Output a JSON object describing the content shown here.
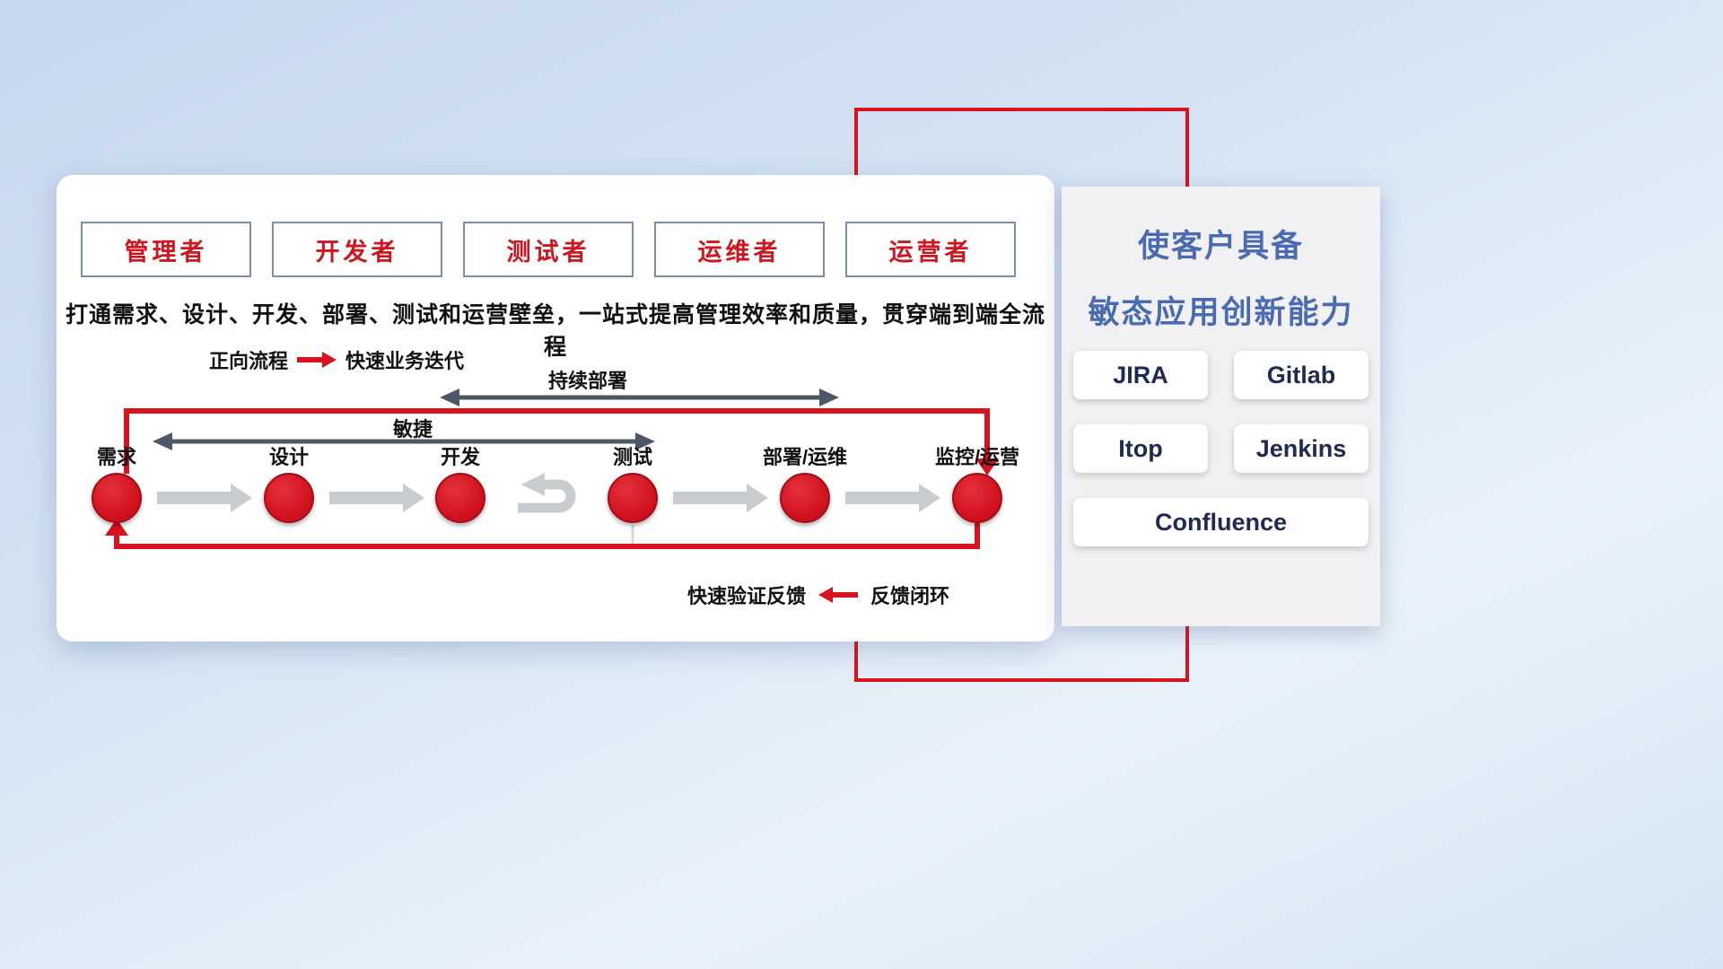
{
  "card": {
    "roles": [
      {
        "label": "管理者"
      },
      {
        "label": "开发者"
      },
      {
        "label": "测试者"
      },
      {
        "label": "运维者"
      },
      {
        "label": "运营者"
      }
    ],
    "description": "打通需求、设计、开发、部署、测试和运营壁垒，一站式提高管理效率和质量，贯穿端到端全流程",
    "legend_forward": {
      "label": "正向流程",
      "value": "快速业务迭代"
    },
    "arrow_deploy_label": "持续部署",
    "arrow_agile_label": "敏捷",
    "stages": [
      {
        "label": "需求"
      },
      {
        "label": "设计"
      },
      {
        "label": "开发"
      },
      {
        "label": "测试"
      },
      {
        "label": "部署/运维"
      },
      {
        "label": "监控/运营"
      }
    ],
    "legend_feedback": {
      "label": "快速验证反馈",
      "value": "反馈闭环"
    }
  },
  "panel": {
    "title_line1": "使客户具备",
    "title_line2": "敏态应用创新能力",
    "tools": [
      {
        "label": "JIRA"
      },
      {
        "label": "Gitlab"
      },
      {
        "label": "Itop"
      },
      {
        "label": "Jenkins"
      },
      {
        "label": "Confluence"
      }
    ]
  },
  "colors": {
    "accent_red": "#d8121e",
    "title_blue": "#4a6ab2",
    "tool_text_navy": "#202a52",
    "dark_arrow": "#4d5766",
    "light_arrow": "#c9cccf"
  }
}
